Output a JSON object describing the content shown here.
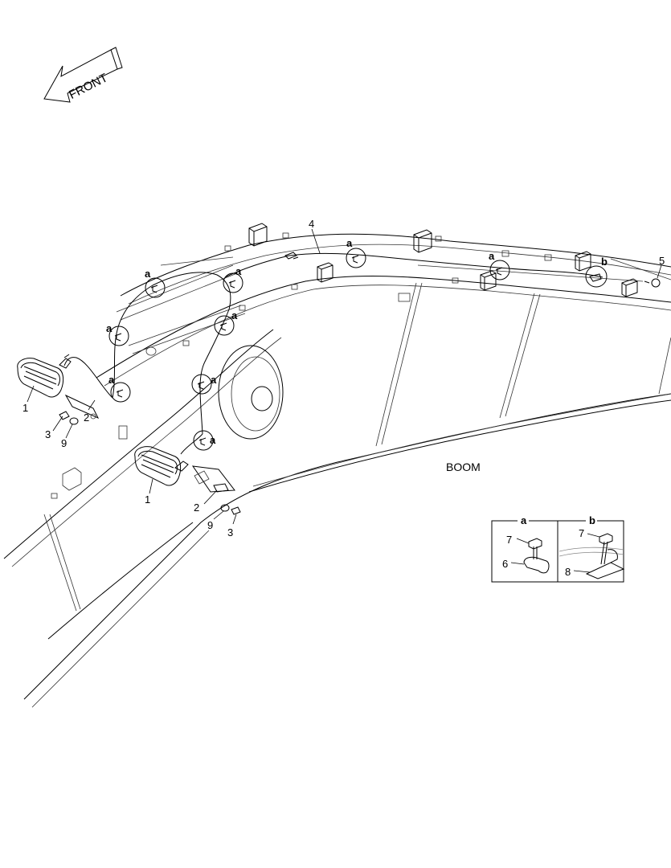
{
  "labels": {
    "front": "FRONT",
    "boom": "BOOM",
    "callout_a": "a",
    "callout_b": "b",
    "part_1": "1",
    "part_2": "2",
    "part_3": "3",
    "part_4": "4",
    "part_5": "5",
    "part_6": "6",
    "part_7": "7",
    "part_8": "8",
    "part_9": "9"
  },
  "detail_box": {
    "header_a": "a",
    "header_b": "b",
    "a_labels": [
      "7",
      "6"
    ],
    "b_labels": [
      "7",
      "8"
    ]
  }
}
